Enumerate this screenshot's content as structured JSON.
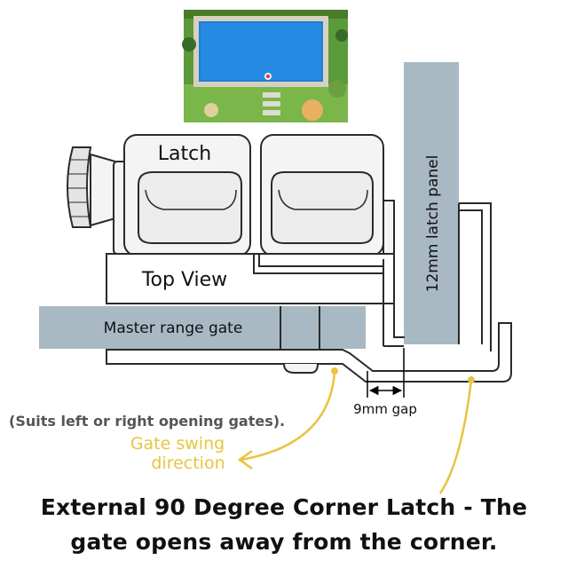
{
  "labels": {
    "latch": "Latch",
    "top_view": "Top View",
    "master_gate": "Master range gate",
    "latch_panel": "12mm latch panel",
    "gap": "9mm gap",
    "suits": "(Suits left or right opening gates).",
    "swing_line1": "Gate swing",
    "swing_line2": "direction"
  },
  "caption": {
    "line1": "External 90 Degree Corner Latch  - The",
    "line2": "gate opens away from the corner."
  },
  "colors": {
    "panel_fill": "#a8b9c4",
    "outline": "#2a2a2a",
    "latch_body": "#f4f4f4",
    "accent": "#e8c440",
    "pool_water": "#1f7fd6",
    "lawn": "#5a9a3a"
  },
  "icons": {
    "pool_photo": "pool-aerial-photo",
    "swing_arrow": "curved-arrow-icon",
    "gap_arrow": "double-arrow-icon"
  }
}
